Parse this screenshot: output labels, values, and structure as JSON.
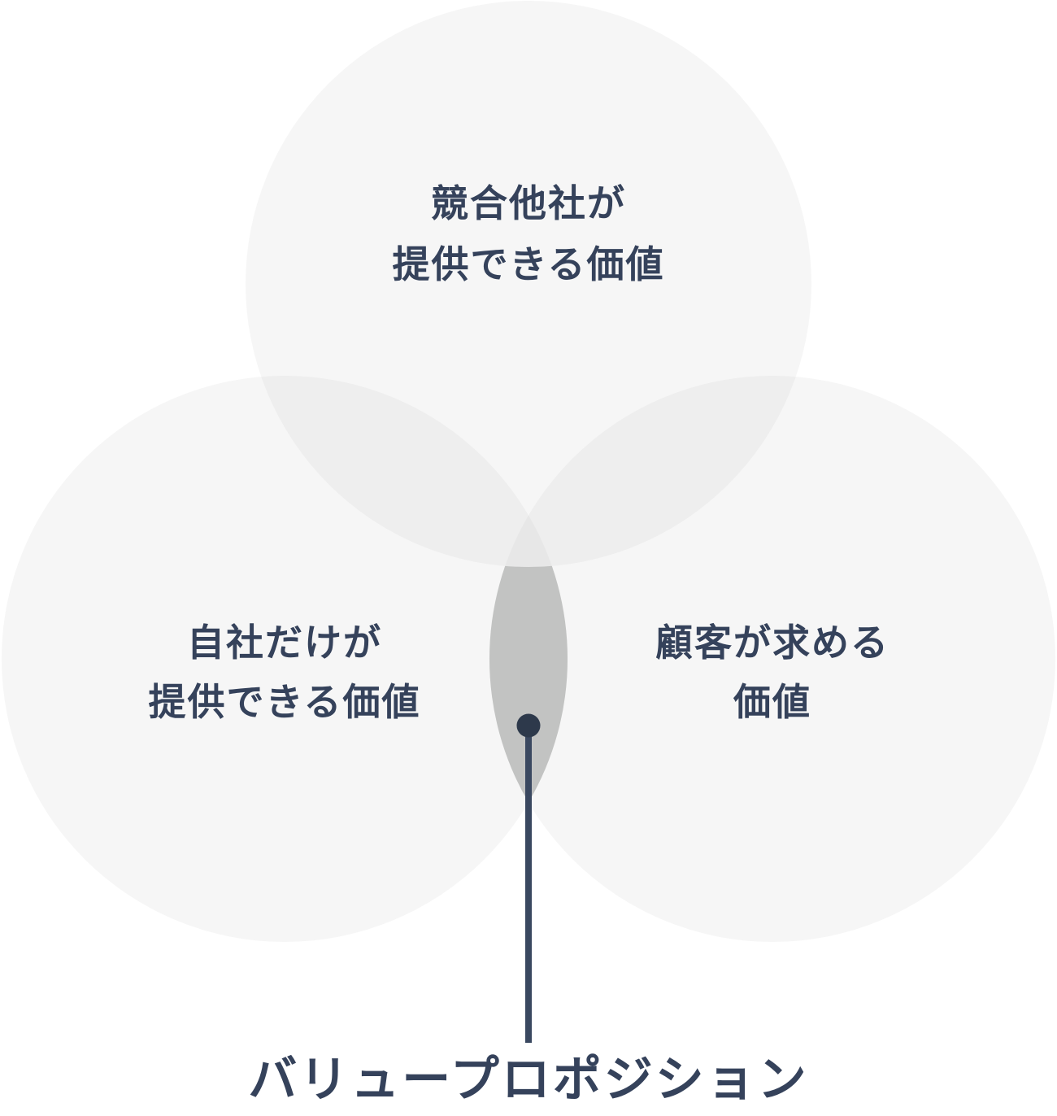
{
  "diagram": {
    "title": "バリュープロポジション",
    "circles": {
      "competitors": {
        "line1": "競合他社が",
        "line2": "提供できる価値"
      },
      "company": {
        "line1": "自社だけが",
        "line2": "提供できる価値"
      },
      "customers": {
        "line1": "顧客が求める",
        "line2": "価値"
      }
    },
    "colors": {
      "circle_fill": "#b4b4b4",
      "overlap_fill": "#c2c3c2",
      "text": "#35425b",
      "marker_dot": "#2d394b",
      "leader_line": "#3a4860"
    }
  }
}
